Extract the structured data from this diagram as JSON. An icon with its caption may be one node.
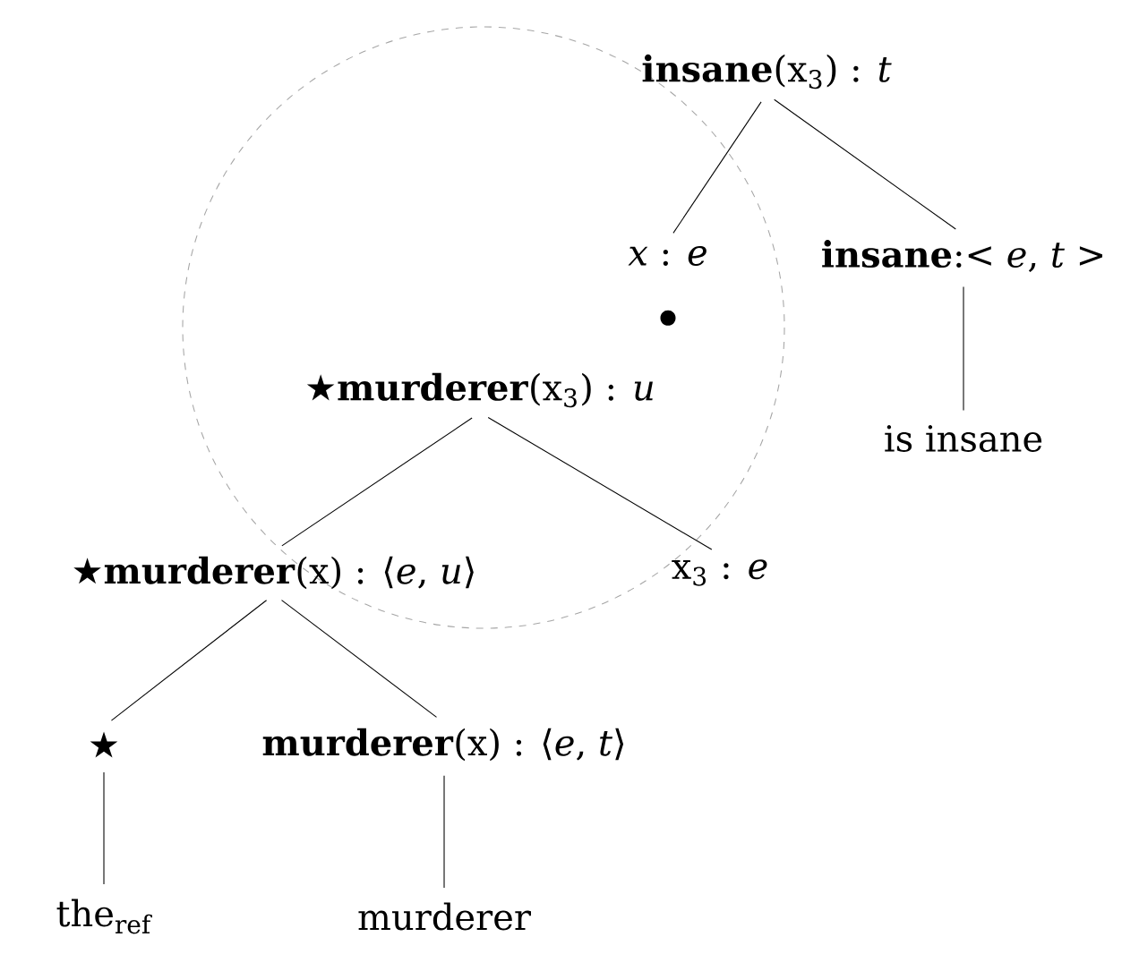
{
  "diagram": {
    "nodes": [
      {
        "text": [
          "**insane**(x$_{3}$) : *t*"
        ]
      },
      {
        "text": [
          "*x* : *e*"
        ]
      },
      {
        "text": [
          "★**murderer**(x$_{3}$) : *u*"
        ]
      },
      {
        "text": [
          "**insane**:< *e*, *t* >"
        ]
      },
      {
        "text": [
          "is insane"
        ]
      },
      {
        "text": [
          "★**murderer**(x) : ⟨*e*, *u*⟩"
        ]
      },
      {
        "text": [
          "x$_{3}$ : *e*"
        ]
      },
      {
        "text": [
          "★"
        ]
      },
      {
        "text": [
          "**murderer**(x) : ⟨*e*, *t*⟩"
        ]
      },
      {
        "text": [
          "the$_{ref}$"
        ]
      },
      {
        "text": [
          "murderer"
        ]
      }
    ],
    "edges": [
      {
        "from": 0,
        "to": 1,
        "arrow": "none"
      },
      {
        "from": 0,
        "to": 3,
        "arrow": "none"
      },
      {
        "from": 3,
        "to": 4,
        "arrow": "none"
      },
      {
        "from": 2,
        "to": 5,
        "arrow": "none"
      },
      {
        "from": 2,
        "to": 6,
        "arrow": "none"
      },
      {
        "from": 5,
        "to": 7,
        "arrow": "none"
      },
      {
        "from": 5,
        "to": 8,
        "arrow": "none"
      },
      {
        "from": 7,
        "to": 9,
        "arrow": "none"
      },
      {
        "from": 8,
        "to": 10,
        "arrow": "none"
      }
    ],
    "labels": [
      "•"
    ]
  }
}
